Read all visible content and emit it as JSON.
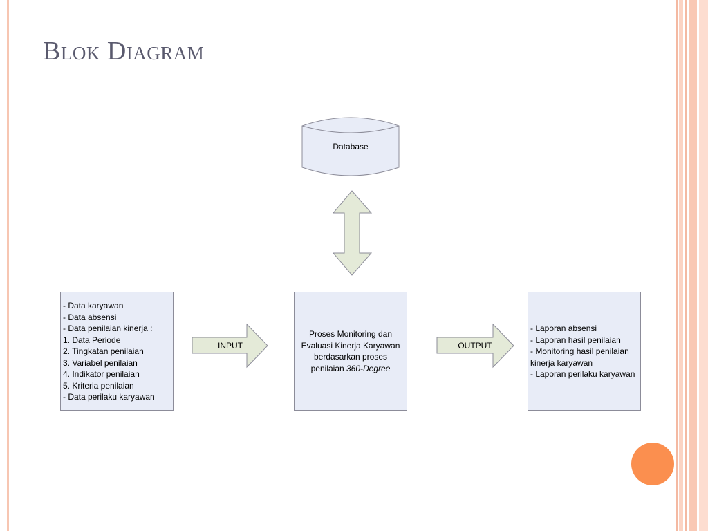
{
  "slide": {
    "title": "Blok Diagram",
    "accent_color": "#fb8f4f",
    "stripe_color": "#f7c6b2"
  },
  "diagram": {
    "database_label": "Database",
    "input_arrow_label": "INPUT",
    "output_arrow_label": "OUTPUT",
    "input_items": [
      "- Data karyawan",
      "- Data absensi",
      "- Data penilaian kinerja :",
      "1. Data Periode",
      "2. Tingkatan penilaian",
      "3. Variabel penilaian",
      "4. Indikator penilaian",
      "5. Kriteria penilaian",
      "- Data perilaku karyawan"
    ],
    "process_text": "Proses Monitoring dan\nEvaluasi Kinerja Karyawan\nberdasarkan proses\npenilaian ",
    "process_emphasis": "360-Degree",
    "output_items": [
      "- Laporan absensi",
      "- Laporan hasil penilaian",
      "- Monitoring hasil penilaian",
      "kinerja karyawan",
      "- Laporan perilaku karyawan"
    ],
    "node_fill": "#e8ecf7",
    "arrow_fill": "#e4ead8"
  }
}
